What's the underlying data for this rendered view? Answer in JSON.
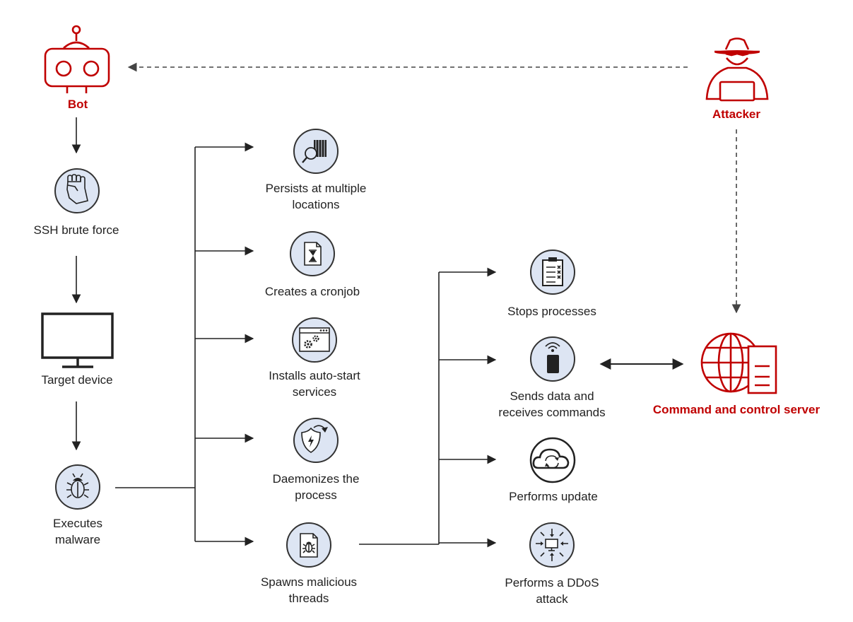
{
  "nodes": {
    "bot": "Bot",
    "attacker": "Attacker",
    "ssh": "SSH brute force",
    "target": "Target device",
    "executes_1": "Executes",
    "executes_2": "malware",
    "persists_1": "Persists at multiple",
    "persists_2": "locations",
    "cronjob": "Creates a cronjob",
    "autostart_1": "Installs auto-start",
    "autostart_2": "services",
    "daemon_1": "Daemonizes the",
    "daemon_2": "process",
    "spawns_1": "Spawns malicious",
    "spawns_2": "threads",
    "stops": "Stops processes",
    "sends_1": "Sends data and",
    "sends_2": "receives commands",
    "update": "Performs update",
    "ddos_1": "Performs a DDoS",
    "ddos_2": "attack",
    "c2": "Command and control server"
  },
  "colors": {
    "accent_red": "#c00000",
    "icon_fill": "#dde5f3",
    "line": "#222222"
  },
  "icons": {
    "bot": "robot-icon",
    "attacker": "hacker-icon",
    "ssh": "fist-icon",
    "target": "monitor-icon",
    "executes": "bug-icon",
    "persists": "barcode-search-icon",
    "cronjob": "hourglass-document-icon",
    "autostart": "gear-window-icon",
    "daemon": "shield-refresh-icon",
    "spawns": "bug-document-icon",
    "stops": "clipboard-icon",
    "sends": "remote-signal-icon",
    "update": "cloud-sync-icon",
    "ddos": "ddos-icon",
    "c2": "globe-server-icon"
  }
}
